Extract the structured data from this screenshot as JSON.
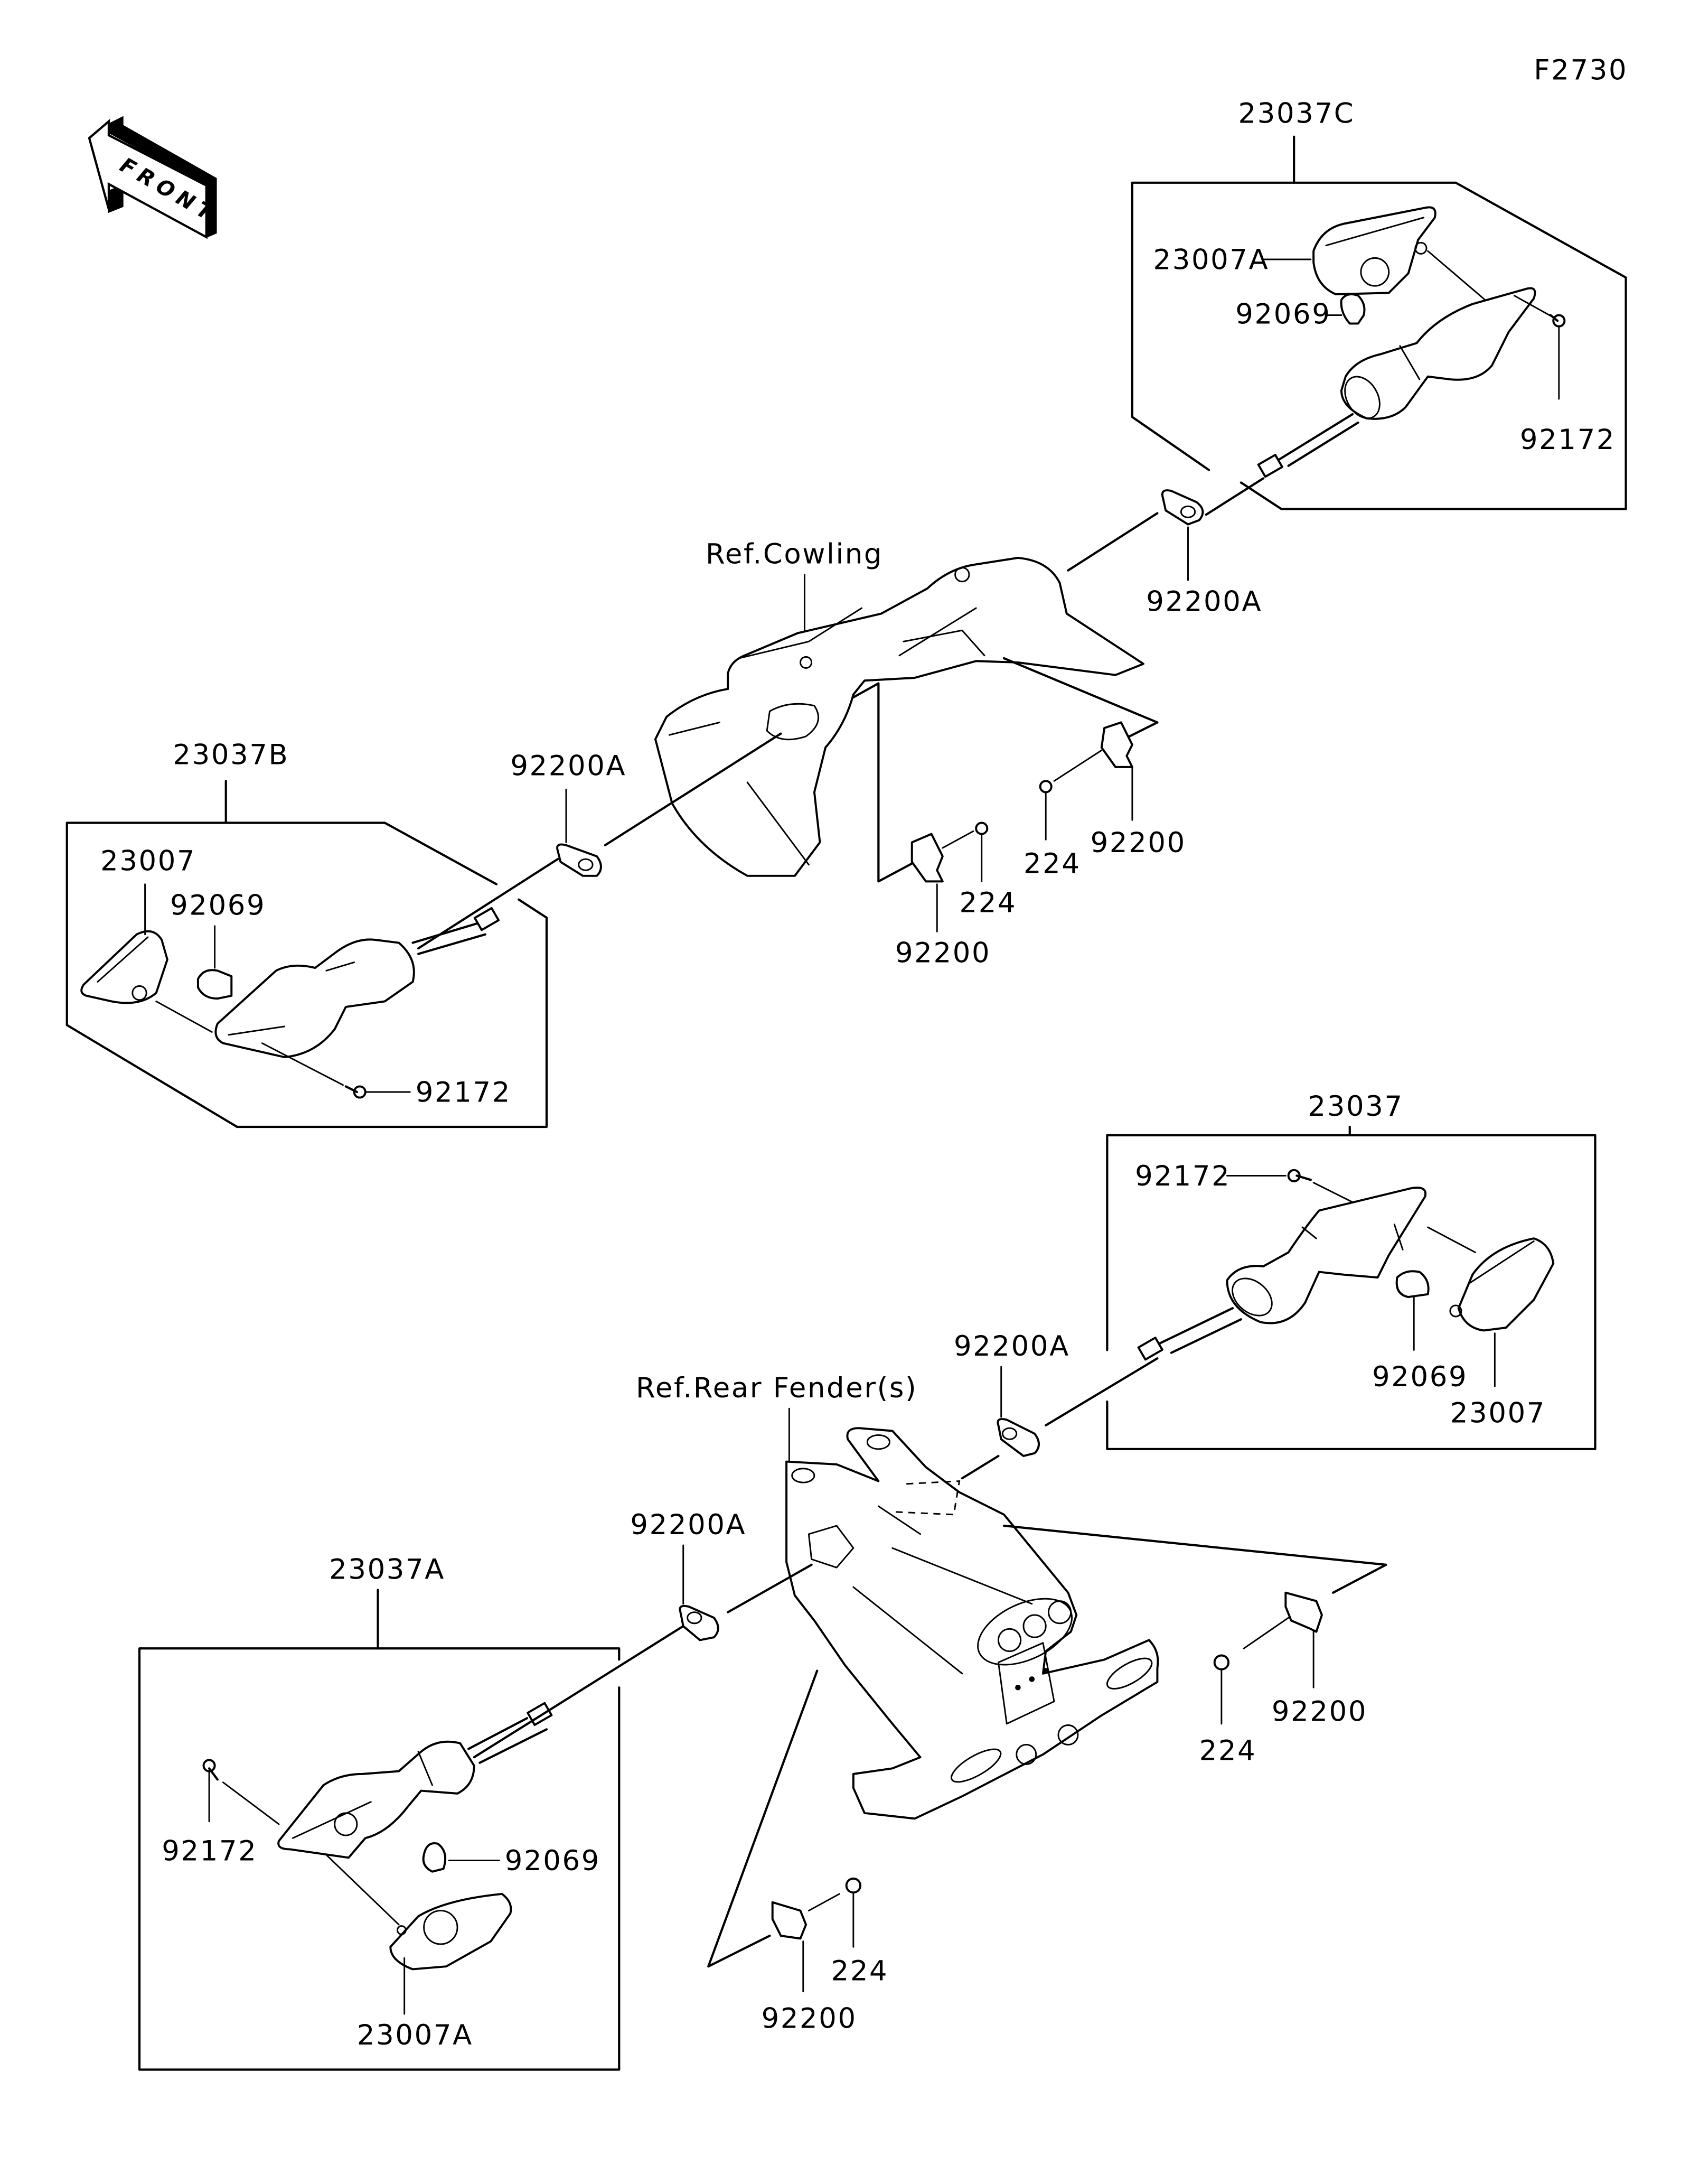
{
  "diagram": {
    "figure_id": "F2730",
    "front_indicator": "FRONT",
    "references": {
      "cowling": "Ref.Cowling",
      "rear_fender": "Ref.Rear Fender(s)"
    },
    "assemblies": {
      "upper_right": {
        "assembly": "23037C",
        "lens": "23007A",
        "bulb": "92069",
        "screw": "92172",
        "grommet": "92200A"
      },
      "upper_left": {
        "assembly": "23037B",
        "lens": "23007",
        "bulb": "92069",
        "screw": "92172",
        "grommet": "92200A"
      },
      "lower_right": {
        "assembly": "23037",
        "lens": "23007",
        "bulb": "92069",
        "screw": "92172",
        "grommet": "92200A"
      },
      "lower_left": {
        "assembly": "23037A",
        "lens": "23007A",
        "bulb": "92069",
        "screw": "92172",
        "grommet": "92200A"
      }
    },
    "cowling_fasteners": {
      "bracket_left": "92200",
      "bolt_left": "224",
      "bracket_right": "92200",
      "bolt_right": "224"
    },
    "fender_fasteners": {
      "bracket_right": "92200",
      "bolt_right": "224",
      "bracket_bottom": "92200",
      "bolt_bottom": "224"
    }
  }
}
